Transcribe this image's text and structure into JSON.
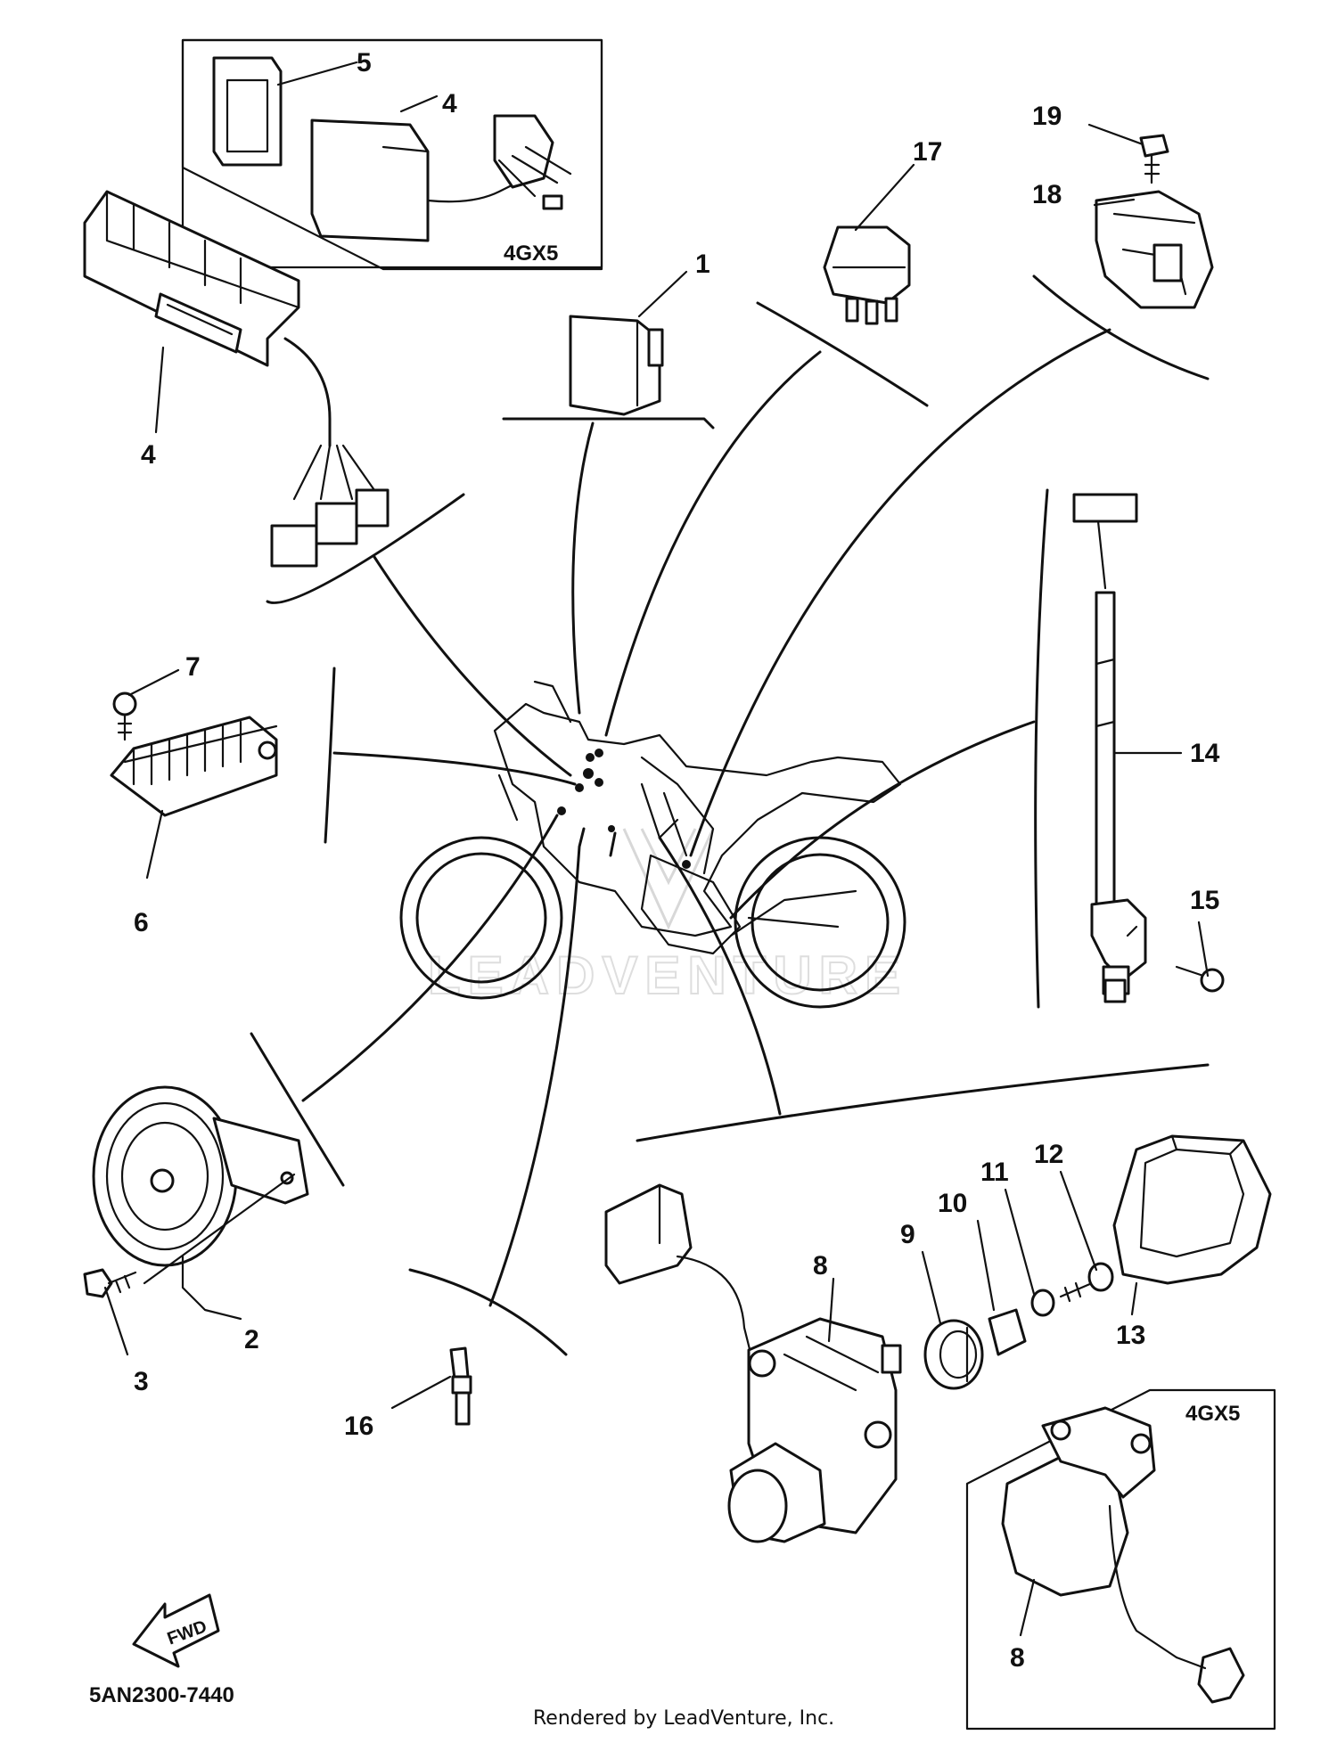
{
  "diagram": {
    "model_codes": [
      "4GX5",
      "4GX5"
    ],
    "callouts": [
      {
        "id": "c1",
        "label": "1"
      },
      {
        "id": "c2",
        "label": "2"
      },
      {
        "id": "c3",
        "label": "3"
      },
      {
        "id": "c4a",
        "label": "4"
      },
      {
        "id": "c4b",
        "label": "4"
      },
      {
        "id": "c5",
        "label": "5"
      },
      {
        "id": "c6",
        "label": "6"
      },
      {
        "id": "c7",
        "label": "7"
      },
      {
        "id": "c8a",
        "label": "8"
      },
      {
        "id": "c8b",
        "label": "8"
      },
      {
        "id": "c9",
        "label": "9"
      },
      {
        "id": "c10",
        "label": "10"
      },
      {
        "id": "c11",
        "label": "11"
      },
      {
        "id": "c12",
        "label": "12"
      },
      {
        "id": "c13",
        "label": "13"
      },
      {
        "id": "c14",
        "label": "14"
      },
      {
        "id": "c15",
        "label": "15"
      },
      {
        "id": "c16",
        "label": "16"
      },
      {
        "id": "c17",
        "label": "17"
      },
      {
        "id": "c18",
        "label": "18"
      },
      {
        "id": "c19",
        "label": "19"
      }
    ],
    "fwd_label": "FWD",
    "part_number": "5AN2300-7440",
    "footer": "Rendered by LeadVenture, Inc.",
    "watermark": "LEADVENTURE"
  }
}
